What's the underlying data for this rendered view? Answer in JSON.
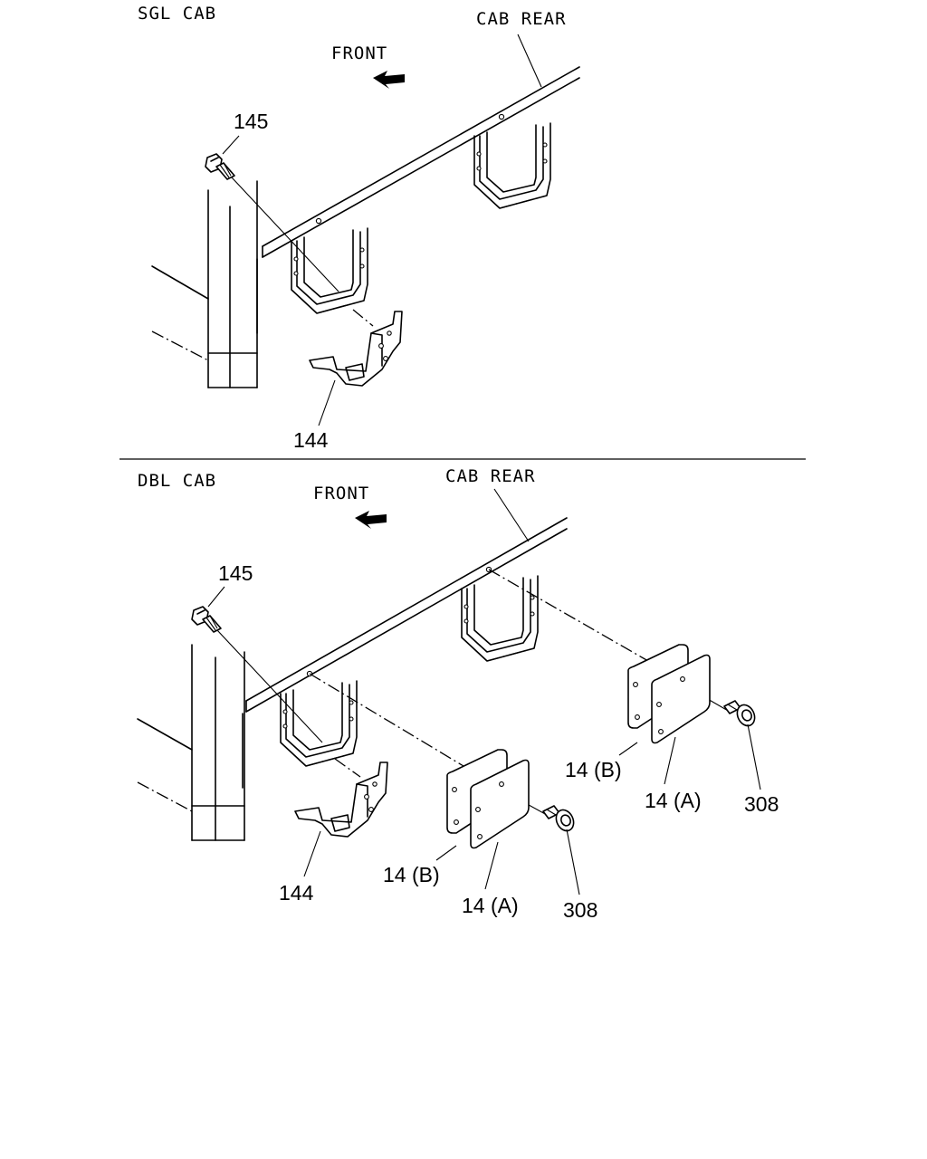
{
  "sections": [
    {
      "id": "sgl",
      "title": "SGL CAB",
      "cab_rear": "CAB REAR",
      "front": "FRONT",
      "callouts": {
        "bolt": "145",
        "bracket": "144"
      }
    },
    {
      "id": "dbl",
      "title": "DBL CAB",
      "cab_rear": "CAB REAR",
      "front": "FRONT",
      "callouts": {
        "bolt": "145",
        "bracket": "144",
        "plate_b_rear": "14 (B)",
        "plate_a_rear": "14 (A)",
        "screw_rear": "308",
        "plate_b_front": "14 (B)",
        "plate_a_front": "14 (A)",
        "screw_front": "308"
      }
    }
  ]
}
